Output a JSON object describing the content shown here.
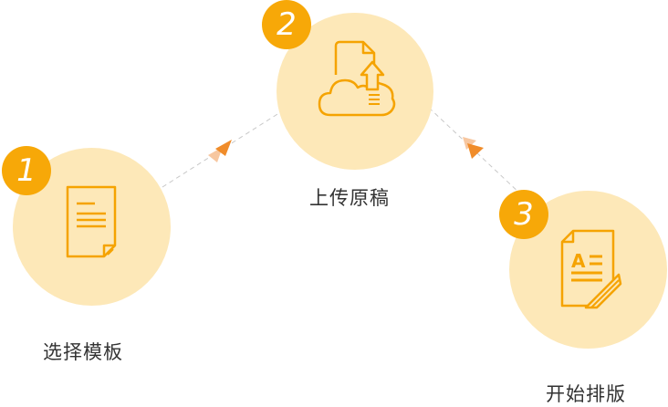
{
  "steps": [
    {
      "number": "1",
      "label": "选择模板",
      "icon": "document-icon"
    },
    {
      "number": "2",
      "label": "上传原稿",
      "icon": "cloud-upload-icon"
    },
    {
      "number": "3",
      "label": "开始排版",
      "icon": "typeset-document-icon"
    }
  ],
  "colors": {
    "circle_fill": "#fde8b8",
    "badge_fill": "#f7a808",
    "icon_stroke": "#f5a300",
    "arrow_fill": "#f08c2a",
    "arrow_tail": "#f7c7a0",
    "connector": "#c8c8c8",
    "label_text": "#333333"
  }
}
